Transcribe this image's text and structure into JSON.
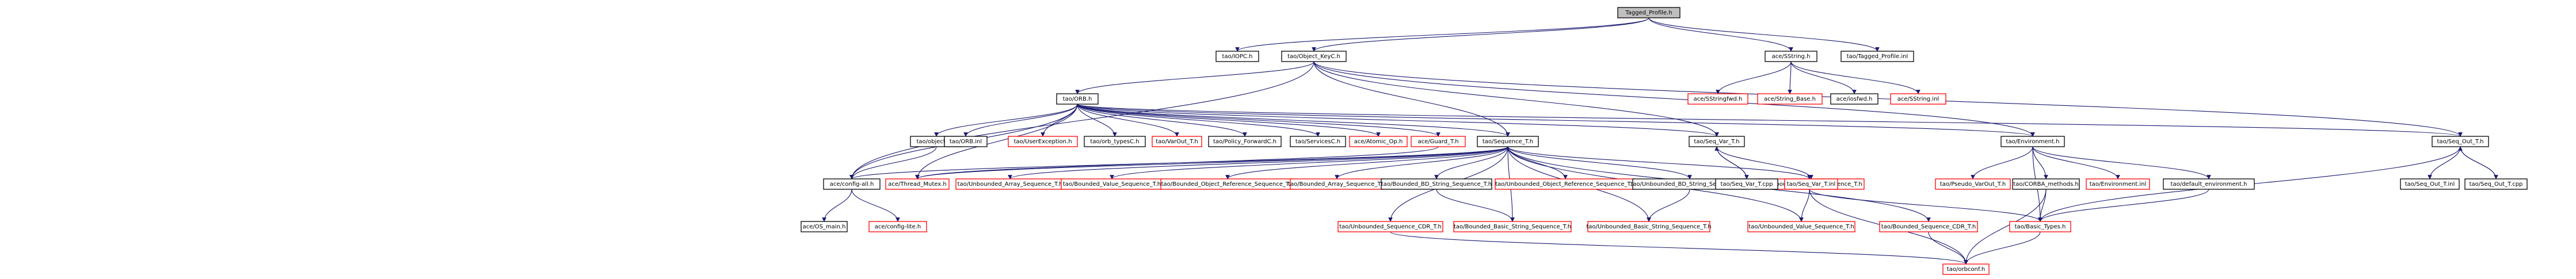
{
  "colors": {
    "root_fill": "#bfbfbf",
    "node_fill": "#ffffff",
    "node_border": "#000000",
    "missing_border": "#ff0000",
    "edge": "#191970",
    "text": "#000000",
    "background": "#ffffff"
  },
  "nodes": [
    {
      "id": "tagged_profile_h",
      "label": "Tagged_Profile.h",
      "root": true
    },
    {
      "id": "iopc_h",
      "label": "tao/IOPC.h"
    },
    {
      "id": "object_keyc_h",
      "label": "tao/Object_KeyC.h"
    },
    {
      "id": "sstring_h",
      "label": "ace/SString.h"
    },
    {
      "id": "tagged_profile_inl",
      "label": "tao/Tagged_Profile.inl"
    },
    {
      "id": "orb_h",
      "label": "tao/ORB.h"
    },
    {
      "id": "sstringfwd_h",
      "label": "ace/SStringfwd.h",
      "missing": true
    },
    {
      "id": "string_base_h",
      "label": "ace/String_Base.h",
      "missing": true
    },
    {
      "id": "iosfwd_h",
      "label": "ace/iosfwd.h"
    },
    {
      "id": "sstring_inl",
      "label": "ace/SString.inl",
      "missing": true
    },
    {
      "id": "objectid_h",
      "label": "tao/objectid.h"
    },
    {
      "id": "orb_inl",
      "label": "tao/ORB.inl"
    },
    {
      "id": "userexception_h",
      "label": "tao/UserException.h",
      "missing": true
    },
    {
      "id": "orb_typesc_h",
      "label": "tao/orb_typesC.h"
    },
    {
      "id": "varout_t_h",
      "label": "tao/VarOut_T.h",
      "missing": true
    },
    {
      "id": "policy_forward_h",
      "label": "tao/Policy_ForwardC.h"
    },
    {
      "id": "servicesc_h",
      "label": "tao/ServicesC.h"
    },
    {
      "id": "atomic_op_h",
      "label": "ace/Atomic_Op.h",
      "missing": true
    },
    {
      "id": "guard_t_h",
      "label": "ace/Guard_T.h",
      "missing": true
    },
    {
      "id": "sequence_t_h",
      "label": "tao/Sequence_T.h"
    },
    {
      "id": "seq_var_t_h",
      "label": "tao/Seq_Var_T.h"
    },
    {
      "id": "environment_h",
      "label": "tao/Environment.h"
    },
    {
      "id": "seq_out_t_h",
      "label": "tao/Seq_Out_T.h"
    },
    {
      "id": "config_all_h",
      "label": "ace/config-all.h"
    },
    {
      "id": "thread_mutex_h",
      "label": "ace/Thread_Mutex.h",
      "missing": true
    },
    {
      "id": "unb_array_seq_h",
      "label": "tao/Unbounded_Array_Sequence_T.h",
      "missing": true
    },
    {
      "id": "bnd_value_seq_h",
      "label": "tao/Bounded_Value_Sequence_T.h",
      "missing": true
    },
    {
      "id": "bnd_objref_seq_h",
      "label": "tao/Bounded_Object_Reference_Sequence_T.h",
      "missing": true
    },
    {
      "id": "bnd_array_seq_h",
      "label": "tao/Bounded_Array_Sequence_T.h",
      "missing": true
    },
    {
      "id": "bnd_bd_string_seq_h",
      "label": "tao/Bounded_BD_String_Sequence_T.h"
    },
    {
      "id": "unb_objref_seq_h",
      "label": "tao/Unbounded_Object_Reference_Sequence_T.h",
      "missing": true
    },
    {
      "id": "unb_bd_string_seq_h",
      "label": "tao/Unbounded_BD_String_Sequence_T.h"
    },
    {
      "id": "unb_octet_seq_h",
      "label": "tao/Unbounded_Octet_Sequence_T.h",
      "missing": true
    },
    {
      "id": "seq_var_t_cpp",
      "label": "tao/Seq_Var_T.cpp"
    },
    {
      "id": "seq_var_t_inl",
      "label": "tao/Seq_Var_T.inl",
      "missing": true
    },
    {
      "id": "pseudo_varout_h",
      "label": "tao/Pseudo_VarOut_T.h",
      "missing": true
    },
    {
      "id": "corba_methods_h",
      "label": "tao/CORBA_methods.h"
    },
    {
      "id": "environment_inl",
      "label": "tao/Environment.inl",
      "missing": true
    },
    {
      "id": "default_environment_h",
      "label": "tao/default_environment.h"
    },
    {
      "id": "seq_out_t_inl",
      "label": "tao/Seq_Out_T.inl"
    },
    {
      "id": "seq_out_t_cpp",
      "label": "tao/Seq_Out_T.cpp"
    },
    {
      "id": "os_main_h",
      "label": "ace/OS_main.h"
    },
    {
      "id": "config_lite_h",
      "label": "ace/config-lite.h",
      "missing": true
    },
    {
      "id": "unb_seq_cdr_h",
      "label": "tao/Unbounded_Sequence_CDR_T.h",
      "missing": true
    },
    {
      "id": "bnd_basic_string_seq_h",
      "label": "tao/Bounded_Basic_String_Sequence_T.h",
      "missing": true
    },
    {
      "id": "unb_basic_string_seq_h",
      "label": "tao/Unbounded_Basic_String_Sequence_T.h",
      "missing": true
    },
    {
      "id": "unb_value_seq_h",
      "label": "tao/Unbounded_Value_Sequence_T.h",
      "missing": true
    },
    {
      "id": "bnd_seq_cdr_h",
      "label": "tao/Bounded_Sequence_CDR_T.h",
      "missing": true
    },
    {
      "id": "basic_types_h",
      "label": "tao/Basic_Types.h",
      "missing": true
    },
    {
      "id": "orbconf_h",
      "label": "tao/orbconf.h",
      "missing": true
    }
  ],
  "edges": [
    [
      "tagged_profile_h",
      "iopc_h"
    ],
    [
      "tagged_profile_h",
      "object_keyc_h"
    ],
    [
      "tagged_profile_h",
      "sstring_h"
    ],
    [
      "tagged_profile_h",
      "tagged_profile_inl"
    ],
    [
      "object_keyc_h",
      "orb_h"
    ],
    [
      "object_keyc_h",
      "config_all_h"
    ],
    [
      "object_keyc_h",
      "sequence_t_h"
    ],
    [
      "object_keyc_h",
      "seq_var_t_h"
    ],
    [
      "object_keyc_h",
      "seq_out_t_h"
    ],
    [
      "object_keyc_h",
      "environment_h"
    ],
    [
      "sstring_h",
      "sstringfwd_h"
    ],
    [
      "sstring_h",
      "string_base_h"
    ],
    [
      "sstring_h",
      "iosfwd_h"
    ],
    [
      "sstring_h",
      "sstring_inl"
    ],
    [
      "orb_h",
      "objectid_h"
    ],
    [
      "orb_h",
      "orb_inl"
    ],
    [
      "orb_h",
      "userexception_h"
    ],
    [
      "orb_h",
      "orb_typesc_h"
    ],
    [
      "orb_h",
      "varout_t_h"
    ],
    [
      "orb_h",
      "policy_forward_h"
    ],
    [
      "orb_h",
      "servicesc_h"
    ],
    [
      "orb_h",
      "atomic_op_h"
    ],
    [
      "orb_h",
      "guard_t_h"
    ],
    [
      "orb_h",
      "sequence_t_h"
    ],
    [
      "orb_h",
      "seq_var_t_h"
    ],
    [
      "orb_h",
      "environment_h"
    ],
    [
      "orb_h",
      "seq_out_t_h"
    ],
    [
      "orb_h",
      "config_all_h"
    ],
    [
      "orb_h",
      "thread_mutex_h"
    ],
    [
      "objectid_h",
      "config_all_h"
    ],
    [
      "guard_t_h",
      "thread_mutex_h"
    ],
    [
      "sequence_t_h",
      "config_all_h"
    ],
    [
      "sequence_t_h",
      "thread_mutex_h"
    ],
    [
      "sequence_t_h",
      "unb_array_seq_h"
    ],
    [
      "sequence_t_h",
      "bnd_value_seq_h"
    ],
    [
      "sequence_t_h",
      "bnd_objref_seq_h"
    ],
    [
      "sequence_t_h",
      "bnd_array_seq_h"
    ],
    [
      "sequence_t_h",
      "bnd_bd_string_seq_h"
    ],
    [
      "sequence_t_h",
      "unb_objref_seq_h"
    ],
    [
      "sequence_t_h",
      "unb_bd_string_seq_h"
    ],
    [
      "sequence_t_h",
      "unb_octet_seq_h"
    ],
    [
      "sequence_t_h",
      "unb_seq_cdr_h"
    ],
    [
      "sequence_t_h",
      "bnd_basic_string_seq_h"
    ],
    [
      "sequence_t_h",
      "unb_basic_string_seq_h"
    ],
    [
      "sequence_t_h",
      "unb_value_seq_h"
    ],
    [
      "sequence_t_h",
      "bnd_seq_cdr_h"
    ],
    [
      "seq_var_t_h",
      "seq_var_t_cpp"
    ],
    [
      "seq_var_t_h",
      "seq_var_t_inl"
    ],
    [
      "seq_var_t_cpp",
      "seq_var_t_h"
    ],
    [
      "environment_h",
      "pseudo_varout_h"
    ],
    [
      "environment_h",
      "corba_methods_h"
    ],
    [
      "environment_h",
      "environment_inl"
    ],
    [
      "environment_h",
      "default_environment_h"
    ],
    [
      "environment_h",
      "basic_types_h"
    ],
    [
      "seq_out_t_h",
      "seq_out_t_inl"
    ],
    [
      "seq_out_t_h",
      "seq_out_t_cpp"
    ],
    [
      "seq_out_t_cpp",
      "seq_out_t_h"
    ],
    [
      "seq_out_t_h",
      "basic_types_h"
    ],
    [
      "config_all_h",
      "os_main_h"
    ],
    [
      "config_all_h",
      "config_lite_h"
    ],
    [
      "bnd_bd_string_seq_h",
      "bnd_basic_string_seq_h"
    ],
    [
      "unb_bd_string_seq_h",
      "unb_basic_string_seq_h"
    ],
    [
      "unb_octet_seq_h",
      "unb_value_seq_h"
    ],
    [
      "unb_octet_seq_h",
      "basic_types_h"
    ],
    [
      "unb_octet_seq_h",
      "orbconf_h"
    ],
    [
      "unb_seq_cdr_h",
      "orbconf_h"
    ],
    [
      "bnd_seq_cdr_h",
      "orbconf_h"
    ],
    [
      "corba_methods_h",
      "basic_types_h"
    ],
    [
      "corba_methods_h",
      "orbconf_h"
    ],
    [
      "basic_types_h",
      "orbconf_h"
    ],
    [
      "default_environment_h",
      "basic_types_h"
    ]
  ]
}
